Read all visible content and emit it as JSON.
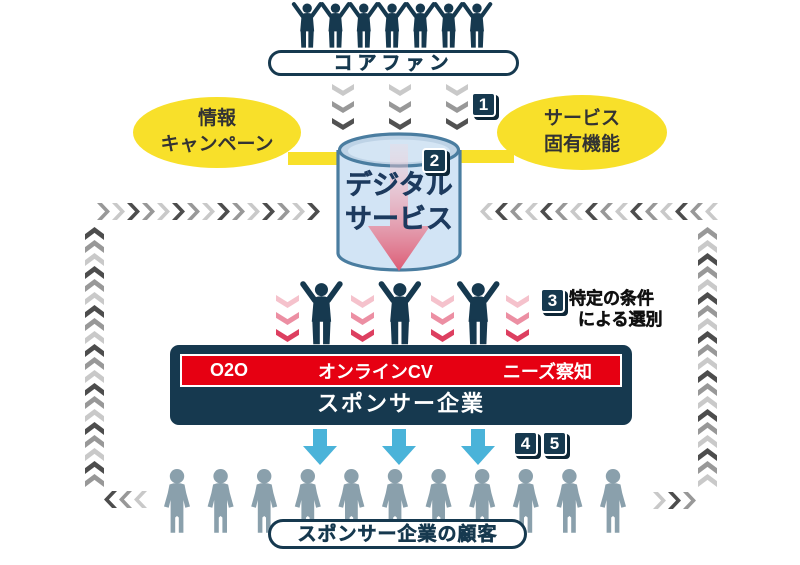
{
  "colors": {
    "navy": "#16394f",
    "navy_shadow": "#0d2636",
    "text_navy": "#1d3a5e",
    "person_gray": "#8aa0ac",
    "yellow": "#f8e02a",
    "red": "#e60012",
    "arrow_blue": "#4ab3d9",
    "cylinder_fill": "#d2e4f5",
    "cylinder_top": "#bed3e6",
    "cylinder_stroke": "#4a7da0",
    "chevron_shades": [
      "#4d4d4d",
      "#989898",
      "#c9c9c9"
    ],
    "small_gray_shades": [
      "#c9c9c9",
      "#989898",
      "#525252"
    ],
    "pink_shades": [
      "#f5c2cc",
      "#ec8fa3",
      "#dd3f60"
    ]
  },
  "top_pill": {
    "label": "コアファン"
  },
  "bottom_pill": {
    "label": "スポンサー企業の顧客"
  },
  "callout_left": {
    "line1": "情報",
    "line2": "キャンペーン"
  },
  "callout_right": {
    "line1": "サービス",
    "line2": "固有機能"
  },
  "cylinder": {
    "line1": "デジタル",
    "line2": "サービス"
  },
  "badges": {
    "one": "1",
    "two": "2",
    "three": "3",
    "four": "4",
    "five": "5"
  },
  "selection_note": {
    "line1": "特定の条件",
    "line2": "による選別"
  },
  "sponsor_box": {
    "banner": [
      "O2O",
      "オンラインCV",
      "ニーズ察知"
    ],
    "label": "スポンサー企業"
  },
  "crowds": {
    "top_count": 7,
    "middle_count": 3,
    "bottom_count": 11
  },
  "flow": {
    "left_row": 15,
    "right_row": 16,
    "left_col": 20,
    "right_col": 20,
    "corner_bl": 3,
    "corner_br": 3,
    "down_cols": 3,
    "down_per_col": 3,
    "pink_cols": 4,
    "pink_per_col": 3,
    "blue_arrows": 3
  }
}
